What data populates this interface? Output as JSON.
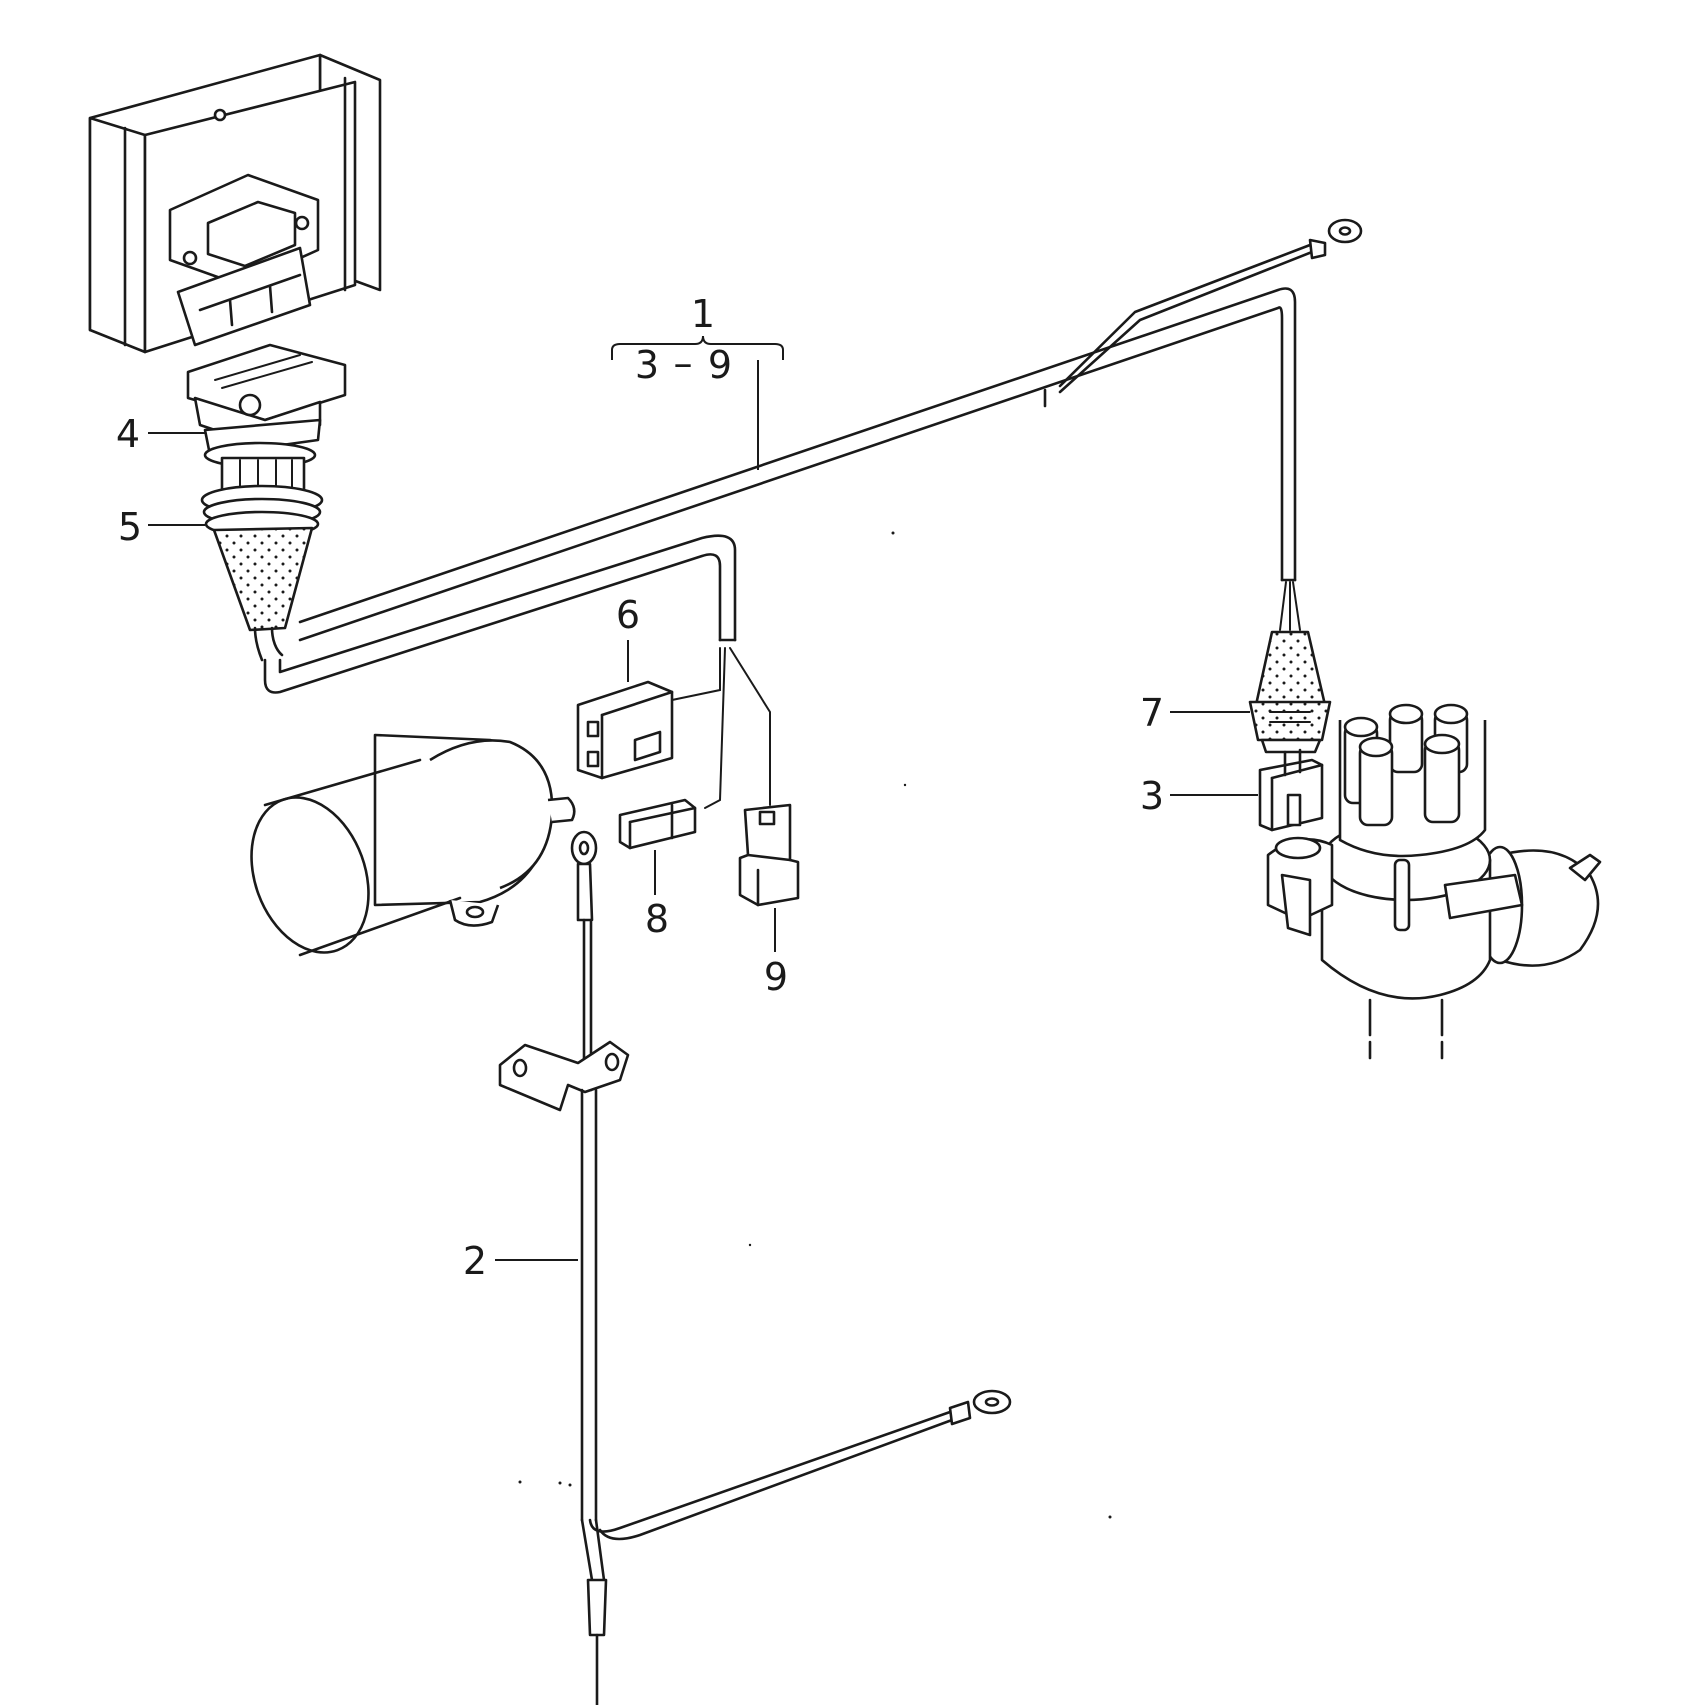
{
  "callouts": {
    "c1": "1",
    "c1_range_start": "3",
    "c1_range_dash": "–",
    "c1_range_end": "9",
    "c2": "2",
    "c3": "3",
    "c4": "4",
    "c5": "5",
    "c6": "6",
    "c7": "7",
    "c8": "8",
    "c9": "9"
  },
  "colors": {
    "line": "#1a1a1a",
    "background": "#ffffff"
  }
}
